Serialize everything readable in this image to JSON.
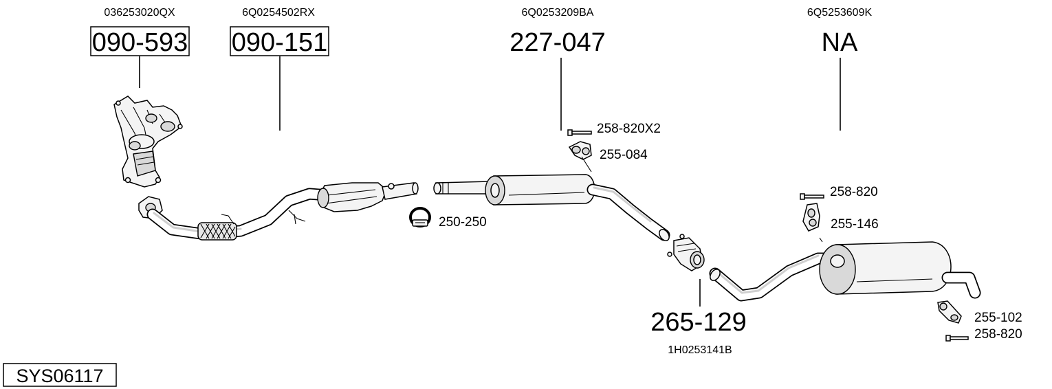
{
  "system": {
    "code": "SYS06117"
  },
  "columns": [
    {
      "oem": "036253020QX",
      "part": "090-593"
    },
    {
      "oem": "6Q0254502RX",
      "part": "090-151"
    },
    {
      "oem": "6Q0253209BA",
      "part": "227-047"
    },
    {
      "oem": "6Q5253609K",
      "part": "NA"
    }
  ],
  "center_part": {
    "part": "265-129",
    "oem": "1H0253141B"
  },
  "accessories": [
    {
      "label": "250-250"
    },
    {
      "label": "258-820X2"
    },
    {
      "label": "255-084"
    },
    {
      "label": "258-820"
    },
    {
      "label": "255-146"
    },
    {
      "label": "255-102"
    },
    {
      "label": "258-820"
    }
  ],
  "colors": {
    "line": "#000000",
    "part_fill": "#f4f4f4",
    "shade": "#d9d9d9",
    "background": "#ffffff"
  }
}
